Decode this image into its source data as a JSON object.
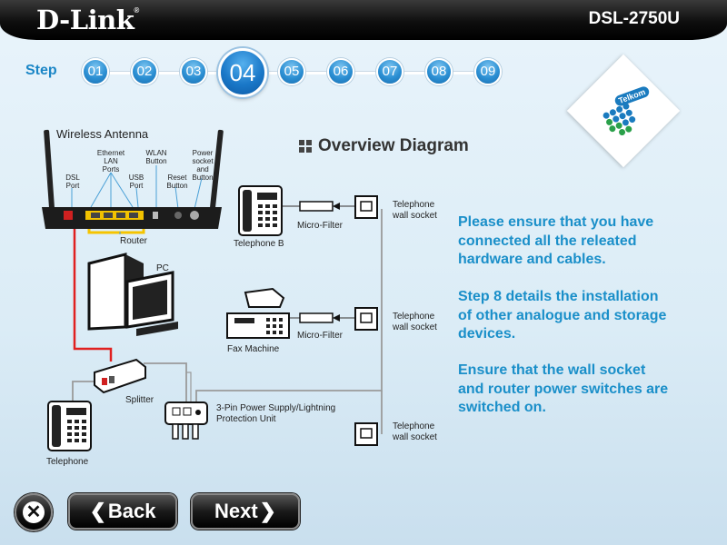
{
  "header": {
    "brand": "D-Link",
    "brand_mark": "®",
    "model": "DSL-2750U"
  },
  "steps": {
    "label": "Step",
    "items": [
      "01",
      "02",
      "03",
      "04",
      "05",
      "06",
      "07",
      "08",
      "09"
    ],
    "current": "04"
  },
  "partner_logo": {
    "name": "Telkom",
    "icon": "telkom-logo"
  },
  "section": {
    "title": "Overview Diagram",
    "icon": "grid-icon"
  },
  "diagram": {
    "wireless_antenna": "Wireless Antenna",
    "dsl_port": [
      "DSL",
      "Port"
    ],
    "ethernet_ports": [
      "Ethernet",
      "LAN",
      "Ports"
    ],
    "usb_port": [
      "USB",
      "Port"
    ],
    "wlan_button": [
      "WLAN",
      "Button"
    ],
    "reset_button": [
      "Reset",
      "Button"
    ],
    "power_socket": [
      "Power",
      "socket",
      "and",
      "Button"
    ],
    "router": "Router",
    "pc": "PC",
    "telephone_b": "Telephone B",
    "micro_filter_1": "Micro-Filter",
    "micro_filter_2": "Micro-Filter",
    "wall_socket_1": [
      "Telephone",
      "wall socket"
    ],
    "wall_socket_2": [
      "Telephone",
      "wall socket"
    ],
    "wall_socket_3": [
      "Telephone",
      "wall socket"
    ],
    "fax_machine": "Fax Machine",
    "splitter": "Splitter",
    "protection_unit": [
      "3-Pin Power Supply/Lightning",
      "Protection Unit"
    ],
    "telephone": "Telephone"
  },
  "info": {
    "paragraph_1": [
      "Please ensure that you have",
      "connected all the releated",
      "hardware and cables."
    ],
    "paragraph_2": [
      "Step 8 details the installation",
      "of other analogue and storage",
      "devices."
    ],
    "paragraph_3": [
      "Ensure that the wall socket",
      "and router power switches are",
      "switched on."
    ]
  },
  "nav": {
    "close_icon": "close-icon",
    "back_label": "Back",
    "next_label": "Next"
  },
  "colors": {
    "accent": "#1a8fc9",
    "step_blue": "#2b8fd3",
    "dsl_cable": "#e02020",
    "ethernet": "#f5c400",
    "phone_line": "#a0a0a0"
  }
}
